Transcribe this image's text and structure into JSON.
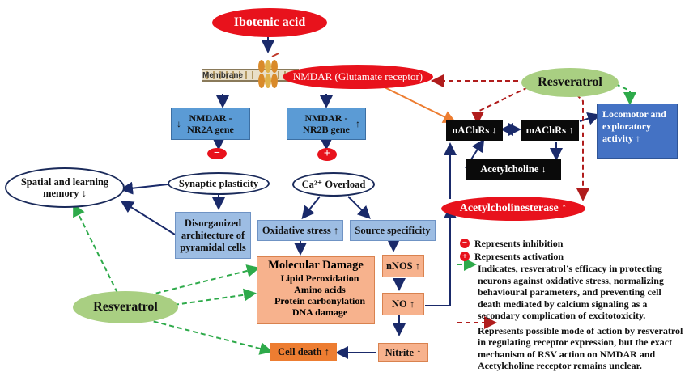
{
  "nodes": {
    "ibotenic": "Ibotenic acid",
    "membrane": "Membrane",
    "nmdar": "NMDAR (Glutamate receptor)",
    "resveratrol_top": "Resveratrol",
    "resveratrol_bottom": "Resveratrol",
    "nr2a": "NMDAR -\nNR2A  gene",
    "nr2b": "NMDAR -\nNR2B  gene",
    "nr2a_arrow": "↓",
    "nr2b_arrow": "↑",
    "synaptic": "Synaptic plasticity",
    "ca_overload": "Ca²⁺ Overload",
    "spatial": "Spatial and learning memory ↓",
    "disorganized": "Disorganized architecture of pyramidal cells",
    "oxidative": "Oxidative stress ↑",
    "source": "Source specificity",
    "molecular_title": "Molecular Damage",
    "molecular_items": "Lipid Peroxidation\nAmino acids\nProtein carbonylation\nDNA damage",
    "nnos": "nNOS ↑",
    "no": "NO ↑",
    "nitrite": "Nitrite ↑",
    "cell_death": "Cell death ↑",
    "nachrs": "nAChRs ↓",
    "machrs": "mAChRs ↑",
    "acetylcholine": "Acetylcholine ↓",
    "acetylcholinesterase": "Acetylcholinesterase ↑",
    "locomotor": "Locomotor and exploratory activity ↑",
    "inhibit_symbol": "−",
    "activate_symbol": "+"
  },
  "legend": {
    "inhibition": "Represents inhibition",
    "activation": "Represents activation",
    "green_dashed": "Indicates, resveratrol’s efficacy in protecting neurons against oxidative stress, normalizing behavioural parameters, and preventing cell death mediated by calcium signaling as a secondary complication of excitotoxicity.",
    "red_dashed": "Represents possible mode of action by resveratrol in regulating receptor expression, but the exact mechanism of RSV action on NMDAR and Acetylcholine receptor remains unclear."
  },
  "colors": {
    "red": "#e8121c",
    "green": "#a9cf82",
    "green_dash": "#2eaa4a",
    "red_dash": "#b01c1c",
    "navy": "#1a2a6a",
    "orange_arrow": "#ed7d31",
    "blue_box": "#5b9bd5",
    "light_blue_box": "#9dbde3",
    "salmon_box": "#f7b28d",
    "orange_box": "#ed7d31"
  }
}
